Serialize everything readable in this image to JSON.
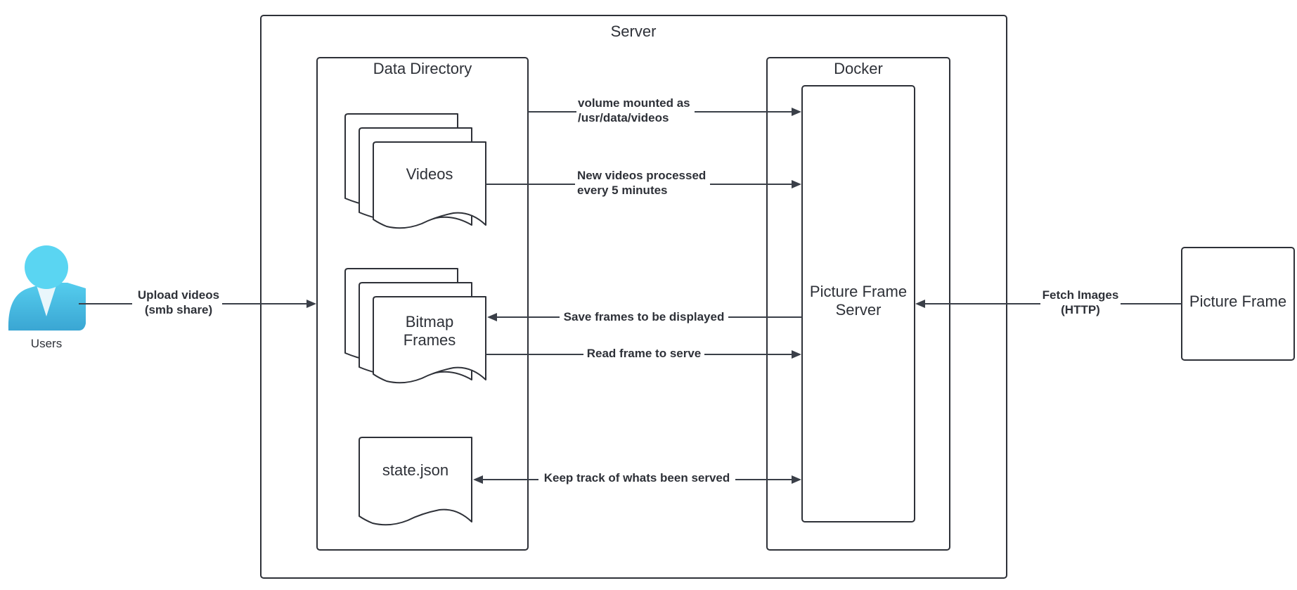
{
  "server": {
    "title": "Server"
  },
  "data_directory": {
    "title": "Data Directory",
    "videos": "Videos",
    "bitmap_frames": [
      "Bitmap",
      "Frames"
    ],
    "state_file": "state.json"
  },
  "docker": {
    "title": "Docker",
    "service": [
      "Picture Frame",
      "Server"
    ]
  },
  "users": {
    "label": "Users"
  },
  "picture_frame": {
    "label": "Picture Frame"
  },
  "connections": {
    "upload": [
      "Upload videos",
      "(smb share)"
    ],
    "volume": [
      "volume mounted as",
      "/usr/data/videos"
    ],
    "new_videos": [
      "New videos processed",
      "every 5 minutes"
    ],
    "save_frames": "Save frames to be displayed",
    "read_frame": "Read frame to serve",
    "keep_track": "Keep track of whats been served",
    "fetch": [
      "Fetch Images",
      "(HTTP)"
    ]
  },
  "colors": {
    "user_head": "#5ad5f2",
    "user_body": "#3fb2d8",
    "user_collar": "#e9f6fb",
    "stroke": "#2e3138"
  },
  "icons": {
    "users": "person-icon"
  }
}
